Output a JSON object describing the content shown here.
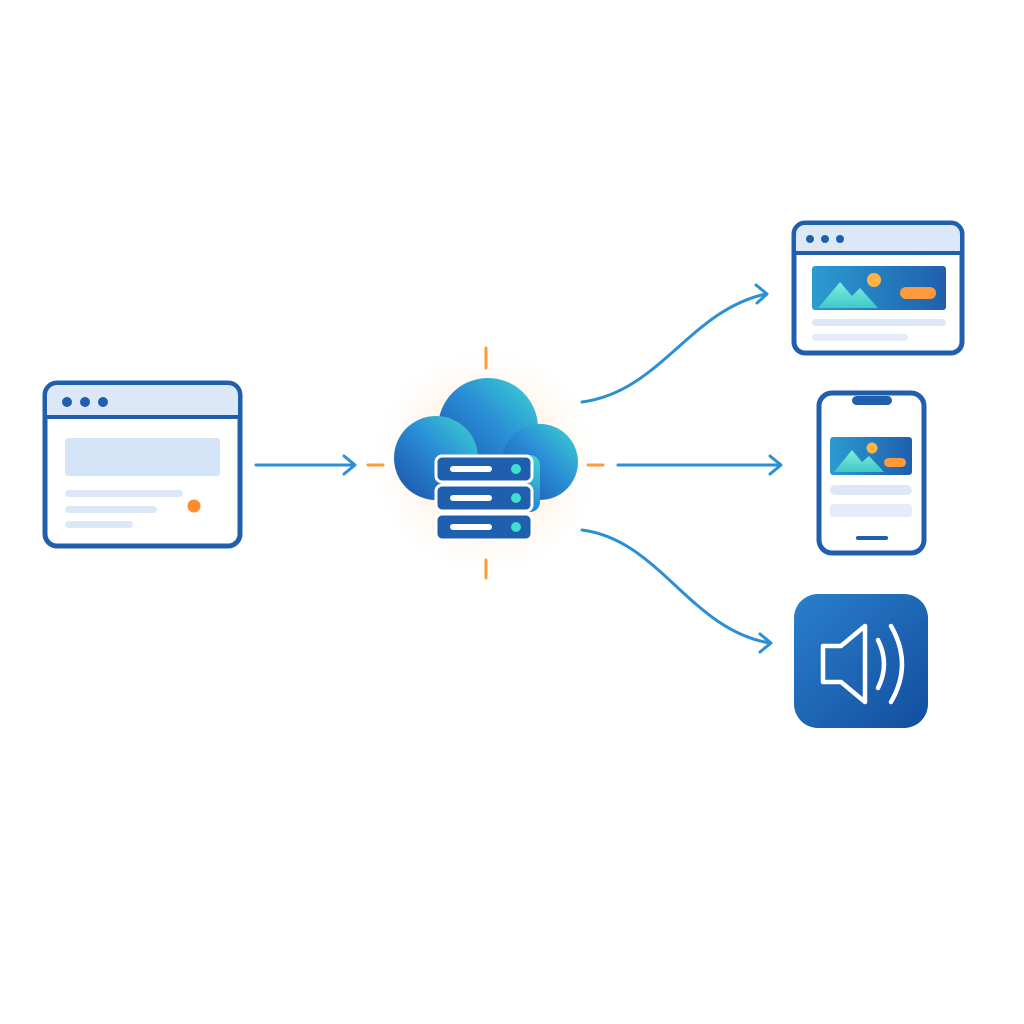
{
  "diagram": {
    "nodes": [
      {
        "id": "source-browser",
        "icon": "browser-window-icon"
      },
      {
        "id": "cloud-server",
        "icon": "cloud-server-icon"
      },
      {
        "id": "target-browser",
        "icon": "browser-window-image-icon"
      },
      {
        "id": "target-phone",
        "icon": "smartphone-icon"
      },
      {
        "id": "target-speaker",
        "icon": "speaker-icon"
      }
    ],
    "edges": [
      {
        "from": "source-browser",
        "to": "cloud-server"
      },
      {
        "from": "cloud-server",
        "to": "target-browser"
      },
      {
        "from": "cloud-server",
        "to": "target-phone"
      },
      {
        "from": "cloud-server",
        "to": "target-speaker"
      }
    ]
  },
  "colors": {
    "primary": "#1f5fae",
    "arrow": "#2b8fd6",
    "accent": "#ff8c2a",
    "panel": "#dce8f8",
    "panel_line": "#e3ecf8",
    "teal": "#3fe0cf",
    "background": "#ffffff"
  }
}
